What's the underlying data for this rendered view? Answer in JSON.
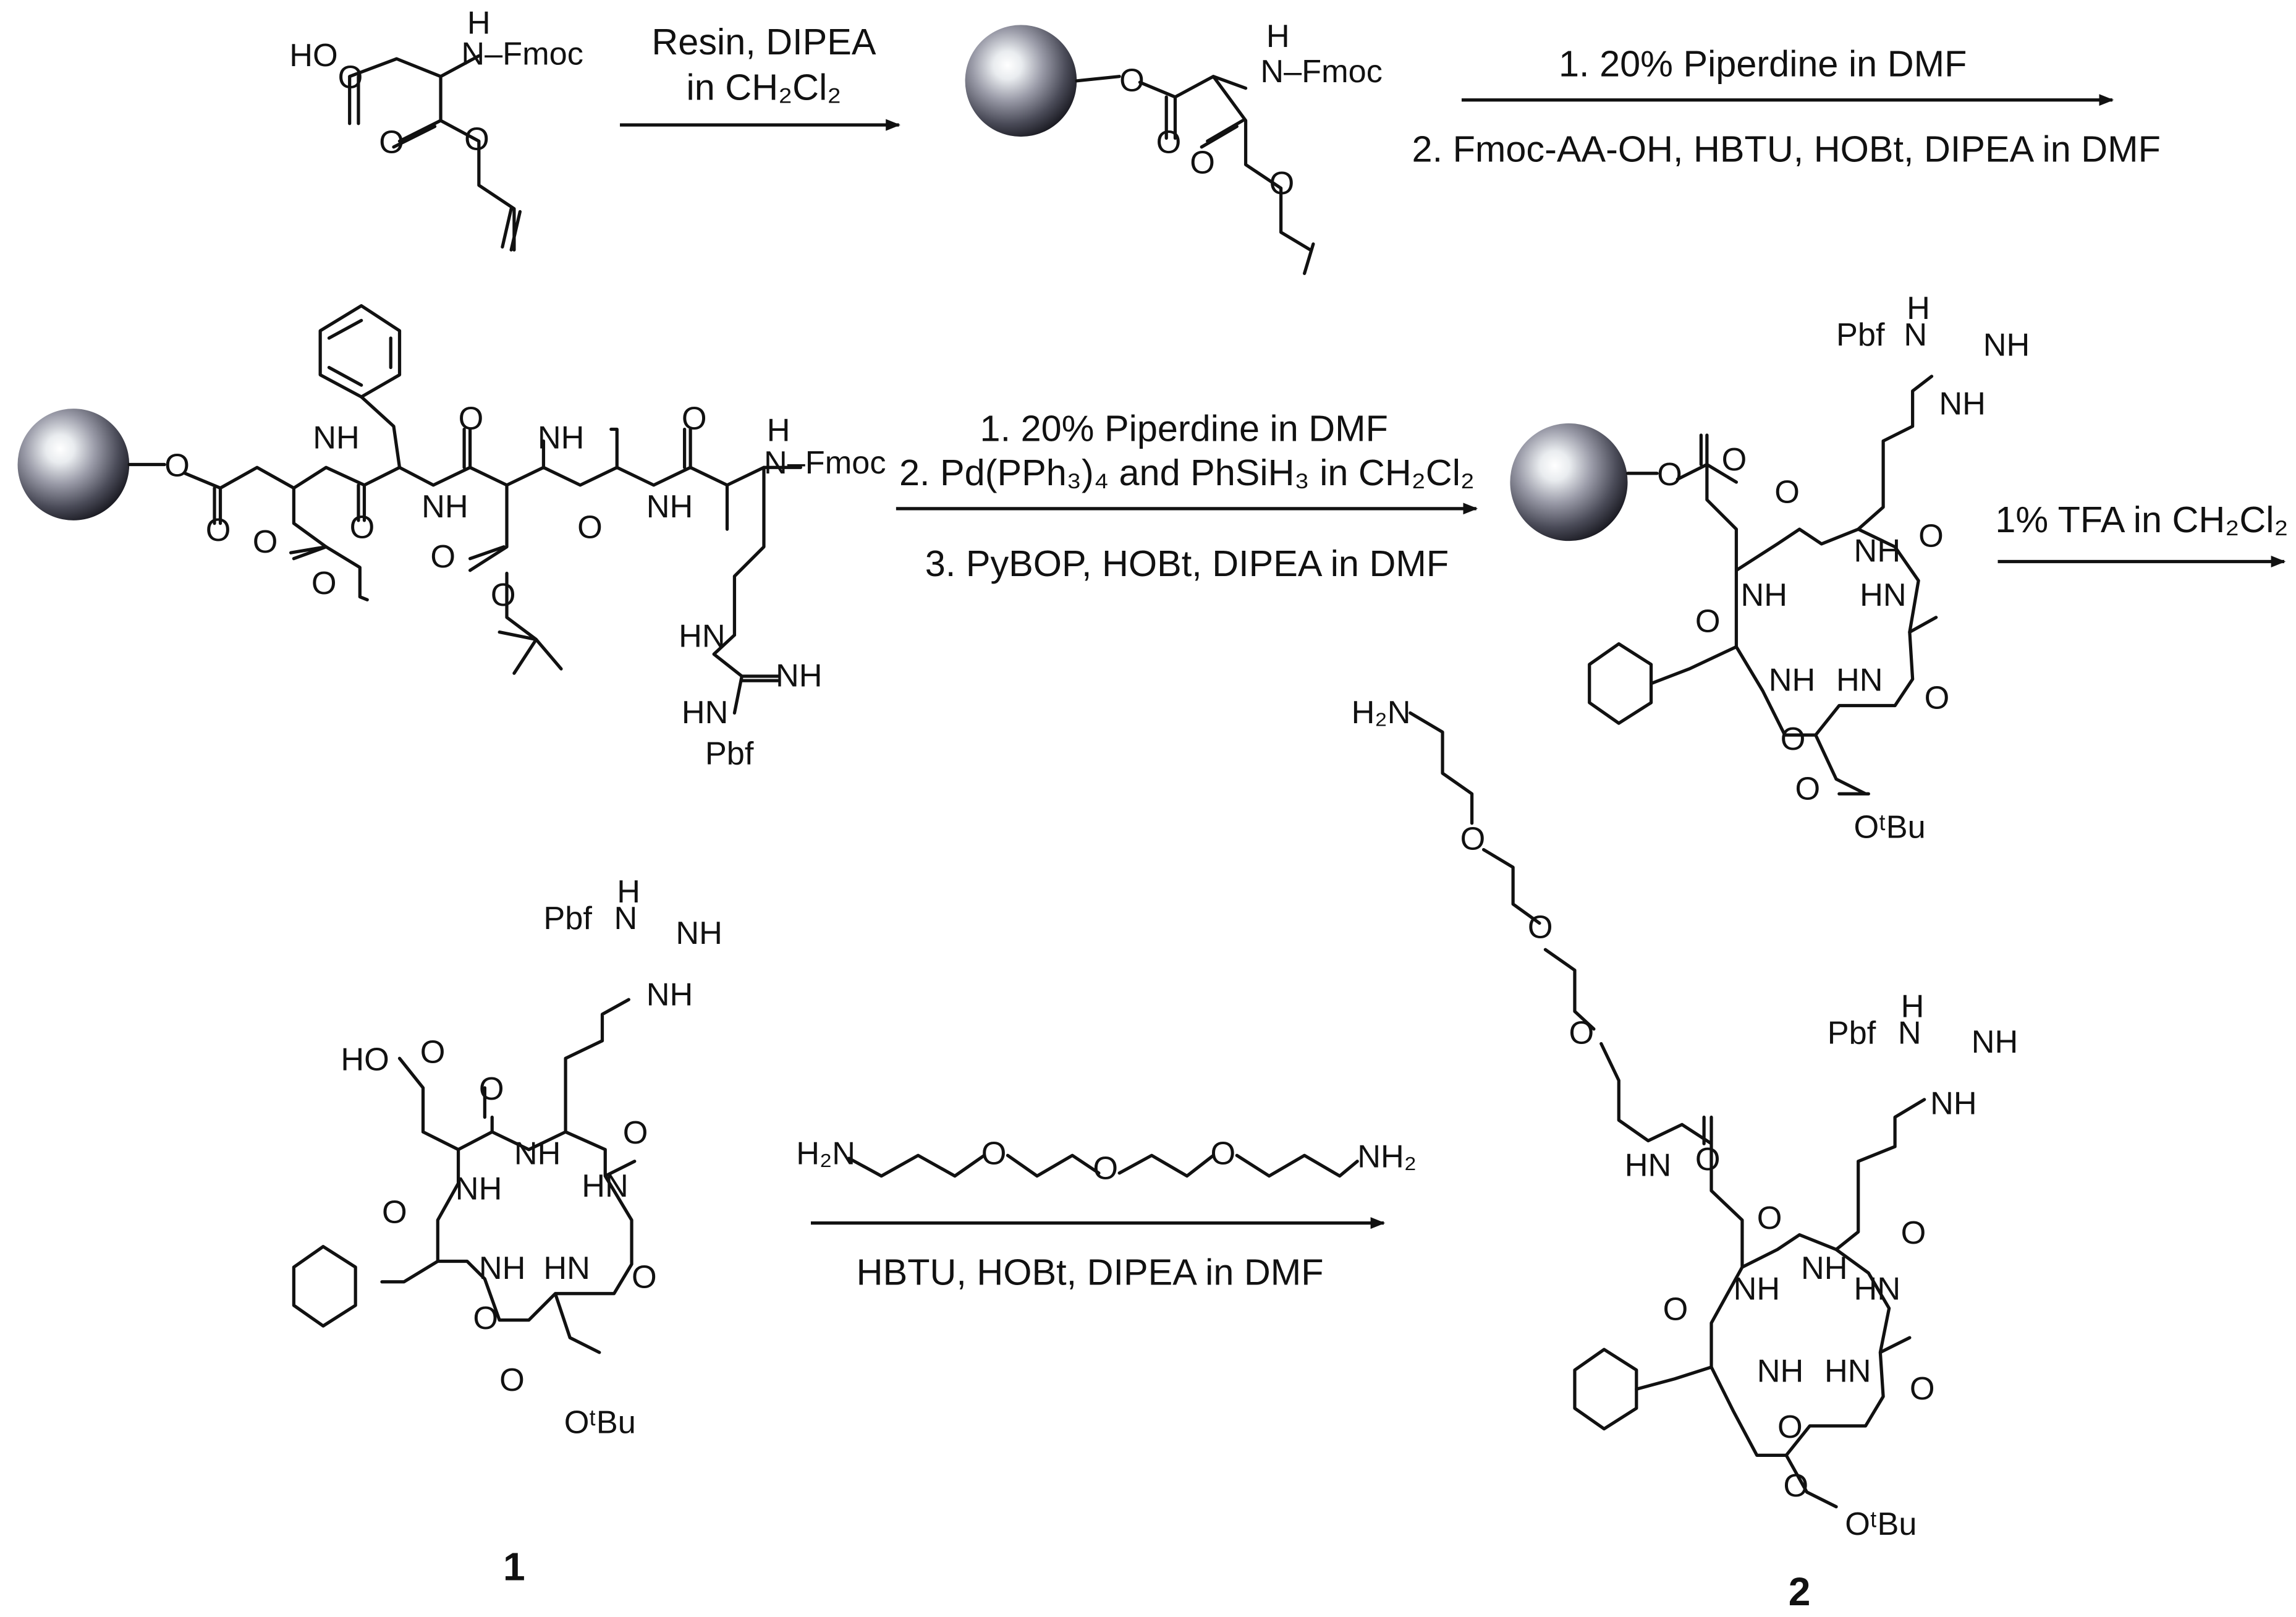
{
  "step1": {
    "start_labels": {
      "acid": "HO",
      "nh_h": "H",
      "nh_fmoc": "N–Fmoc",
      "o1": "O",
      "o2": "O",
      "o3": "O"
    },
    "conditions": [
      "Resin, DIPEA",
      "in CH₂Cl₂"
    ]
  },
  "step2": {
    "resin_labels": {
      "o_link": "O",
      "o_carbonyl": "O",
      "nh_h": "H",
      "nh_fmoc": "N–Fmoc",
      "o_ester": "O",
      "o_allyl": "O"
    },
    "conditions": [
      "1. 20% Piperdine in DMF",
      "2. Fmoc-AA-OH, HBTU, HOBt, DIPEA in DMF"
    ]
  },
  "step3": {
    "linear_labels": {
      "o_link": "O",
      "nh1": "NH",
      "nh2": "NH",
      "nh3": "NH",
      "nh4": "NH",
      "nh_h": "H",
      "nh_fmoc": "N–Fmoc",
      "o1": "O",
      "o2": "O",
      "o3": "O",
      "o4": "O",
      "o5": "O",
      "o6": "O",
      "o7": "O",
      "o8": "O",
      "guan_hn": "HN",
      "guan_nh": "NH",
      "guan_hn2": "HN",
      "pbf": "Pbf"
    },
    "conditions": [
      "1. 20% Piperdine in DMF",
      "2. Pd(PPh₃)₄ and PhSiH₃ in CH₂Cl₂",
      "3. PyBOP, HOBt, DIPEA in DMF"
    ]
  },
  "step4": {
    "cyclic_resin_labels": {
      "pbf": "Pbf",
      "guan_h": "H",
      "guan_n": "N",
      "guan_nh": "NH",
      "guan_nh2": "NH",
      "o_link": "O",
      "o_carbonyl": "O",
      "ring": [
        "O",
        "NH",
        "O",
        "NH",
        "HN",
        "O",
        "NH",
        "O",
        "NH",
        "HN",
        "O",
        "O"
      ],
      "ester_o": "O",
      "otbu": "OᵗBu"
    },
    "conditions": [
      "1% TFA in CH₂Cl₂"
    ]
  },
  "compound1": {
    "labels": {
      "pbf": "Pbf",
      "guan_h": "H",
      "guan_n": "N",
      "guan_nh": "NH",
      "guan_nh2": "NH",
      "acid": "HO",
      "ring": [
        "O",
        "O",
        "NH",
        "O",
        "NH",
        "HN",
        "O",
        "NH",
        "HN",
        "O",
        "O"
      ],
      "ester_o": "O",
      "otbu": "OᵗBu"
    },
    "number": "1"
  },
  "step5": {
    "reagent": {
      "h2n_left": "H₂N",
      "o1": "O",
      "o2": "O",
      "o3": "O",
      "nh2_right": "NH₂"
    },
    "conditions": [
      "HBTU, HOBt, DIPEA in  DMF"
    ]
  },
  "compound2": {
    "labels": {
      "h2n": "H₂N",
      "o1": "O",
      "o2": "O",
      "o3": "O",
      "hn_amide": "HN",
      "pbf": "Pbf",
      "guan_h": "H",
      "guan_n": "N",
      "guan_nh": "NH",
      "guan_nh2": "NH",
      "ring": [
        "O",
        "O",
        "NH",
        "O",
        "NH",
        "HN",
        "O",
        "NH",
        "HN",
        "O",
        "O"
      ],
      "ester_o": "O",
      "otbu": "OᵗBu"
    },
    "number": "2"
  }
}
